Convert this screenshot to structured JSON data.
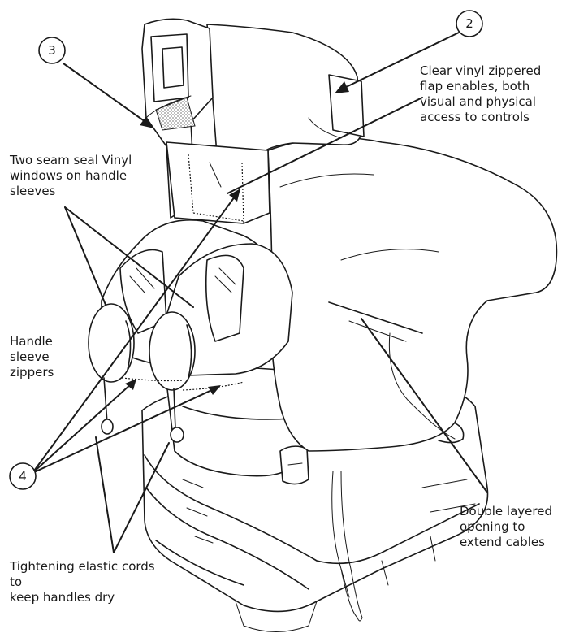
{
  "labels": {
    "flap": "Clear vinyl zippered\nflap enables, both\nvisual and physical\naccess to controls",
    "windows": "Two seam seal Vinyl\n windows on handle\nsleeves",
    "zippers": "Handle\nsleeve\nzippers",
    "double_layer": "Double layered\nopening to\nextend cables",
    "cords": "Tightening elastic cords to\nkeep handles dry"
  },
  "callouts": {
    "two": "2",
    "three": "3",
    "four": "4"
  },
  "colors": {
    "ink": "#1a1a1a",
    "background": "#ffffff"
  }
}
